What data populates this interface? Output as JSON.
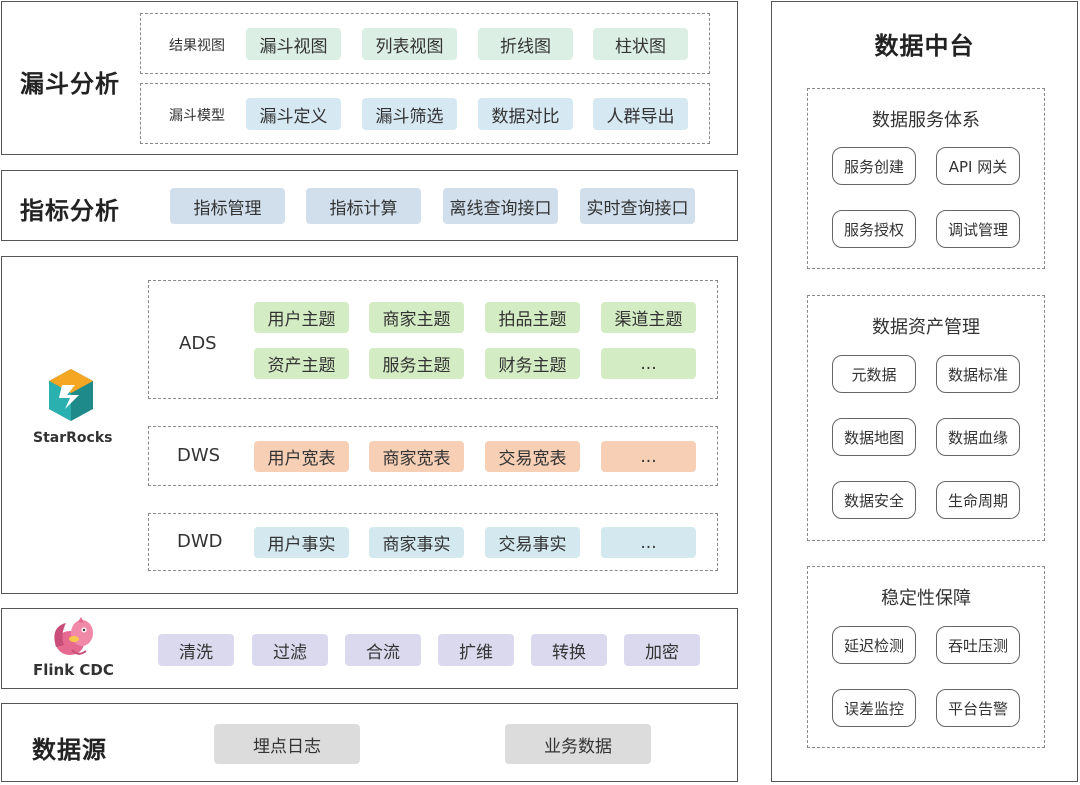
{
  "funnel": {
    "title": "漏斗分析",
    "result_view": {
      "label": "结果视图",
      "items": [
        "漏斗视图",
        "列表视图",
        "折线图",
        "柱状图"
      ]
    },
    "model": {
      "label": "漏斗模型",
      "items": [
        "漏斗定义",
        "漏斗筛选",
        "数据对比",
        "人群导出"
      ]
    }
  },
  "metrics": {
    "title": "指标分析",
    "items": [
      "指标管理",
      "指标计算",
      "离线查询接口",
      "实时查询接口"
    ]
  },
  "starrocks": {
    "logo_text": "StarRocks",
    "ads": {
      "label": "ADS",
      "items": [
        "用户主题",
        "商家主题",
        "拍品主题",
        "渠道主题",
        "资产主题",
        "服务主题",
        "财务主题",
        "..."
      ]
    },
    "dws": {
      "label": "DWS",
      "items": [
        "用户宽表",
        "商家宽表",
        "交易宽表",
        "..."
      ]
    },
    "dwd": {
      "label": "DWD",
      "items": [
        "用户事实",
        "商家事实",
        "交易事实",
        "..."
      ]
    }
  },
  "flink": {
    "logo_text": "Flink CDC",
    "items": [
      "清洗",
      "过滤",
      "合流",
      "扩维",
      "转换",
      "加密"
    ]
  },
  "source": {
    "title": "数据源",
    "items": [
      "埋点日志",
      "业务数据"
    ]
  },
  "platform": {
    "title": "数据中台",
    "groups": [
      {
        "title": "数据服务体系",
        "items": [
          "服务创建",
          "API 网关",
          "服务授权",
          "调试管理"
        ]
      },
      {
        "title": "数据资产管理",
        "items": [
          "元数据",
          "数据标准",
          "数据地图",
          "数据血缘",
          "数据安全",
          "生命周期"
        ]
      },
      {
        "title": "稳定性保障",
        "items": [
          "延迟检测",
          "吞吐压测",
          "误差监控",
          "平台告警"
        ]
      }
    ]
  },
  "colors": {
    "view": "#dcefe4",
    "model": "#d6e8f2",
    "metric": "#d0dfeb",
    "ads": "#d4ecc4",
    "dws": "#f6cfb5",
    "dwd": "#d4e9ef",
    "flink": "#dbd9ee",
    "source": "#dcdcdc"
  }
}
